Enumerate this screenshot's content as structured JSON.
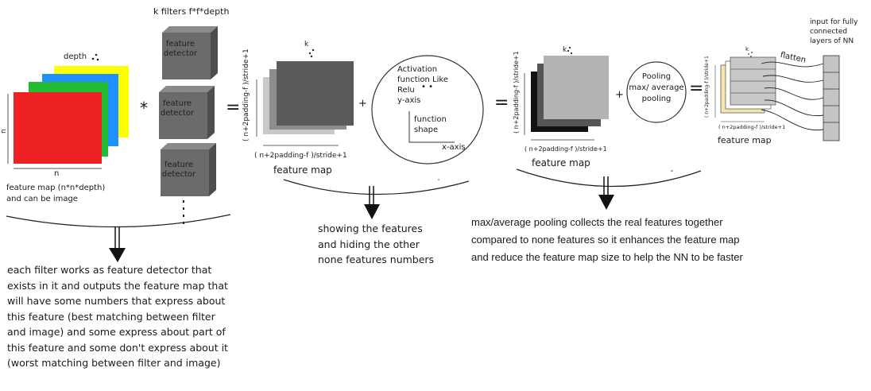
{
  "stage1": {
    "depth_label": "depth",
    "n_vertical": "n",
    "n_horizontal": "n",
    "map_caption_line1": "feature map (n*n*depth)",
    "map_caption_line2": "and can be image",
    "layer_colors": [
      "#ffff00",
      "#1e90ff",
      "#22bb33",
      "#ee2222"
    ]
  },
  "filters": {
    "title": "k filters f*f*depth",
    "cube_label_line1": "feature",
    "cube_label_line2": "detector",
    "multiply_symbol": "*",
    "continuation": "."
  },
  "equals_symbol": "=",
  "plus_symbol": "+",
  "feature_map1": {
    "k_label": "k",
    "vertical_dim": "( n+2padding-f )/stride+1",
    "horizontal_dim": "( n+2padding-f )/stride+1",
    "caption": "feature map"
  },
  "activation": {
    "line1": "Activation",
    "line2": "function Like",
    "line3": "Relu",
    "y_axis": "y-axis",
    "shape_line1": "function",
    "shape_line2": "shape",
    "x_axis": "x-axis"
  },
  "feature_map2": {
    "k_label": "k",
    "vertical_dim": "( n+2padding-f )/stride+1",
    "horizontal_dim": "( n+2padding-f )/stride+1",
    "caption": "feature map"
  },
  "pooling": {
    "line1": "Pooling",
    "line2": "max/ average",
    "line3": "pooling"
  },
  "feature_map3": {
    "k_label": "k",
    "vertical_dim": "( n+2padding-f )/stride+1",
    "horizontal_dim": "( n+2padding-f )/stride+1",
    "caption": "feature map",
    "flatten_label": "flatten"
  },
  "fc_input": {
    "line1": "input for fully",
    "line2": "connected",
    "line3": "layers of NN"
  },
  "explanations": {
    "conv": [
      "each filter works as feature detector that",
      "exists in it and outputs the feature map that",
      "will have some numbers that express about",
      "this feature (best matching between filter",
      "and image) and some express about part of",
      "this feature and some don't express about it",
      "(worst matching between filter and image)"
    ],
    "activation": [
      "showing the features",
      "and hiding the other",
      "none features numbers"
    ],
    "pooling": [
      "max/average pooling collects the real features together",
      "compared to none features so it enhances the feature map",
      "and reduce the feature map size to help the NN to be faster"
    ]
  }
}
